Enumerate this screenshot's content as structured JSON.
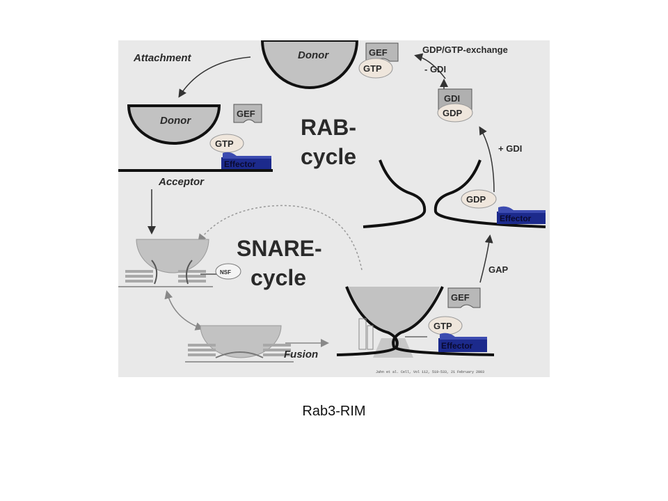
{
  "labels": {
    "attachment": "Attachment",
    "donor": "Donor",
    "acceptor": "Acceptor",
    "gef": "GEF",
    "gtp": "GTP",
    "gdp": "GDP",
    "gdi": "GDI",
    "effector": "Effector",
    "gdp_gtp_exchange": "GDP/GTP-exchange",
    "minus_gdi": "- GDI",
    "plus_gdi": "+ GDI",
    "gap": "GAP",
    "fusion": "Fusion",
    "rab_line1": "RAB-",
    "rab_line2": "cycle",
    "snare_line1": "SNARE-",
    "snare_line2": "cycle",
    "nsf": "NSF",
    "citation": "Jahn et al. Cell, Vol 112, 519-533, 21 February 2003"
  },
  "caption": "Rab3-RIM",
  "colors": {
    "panel": "#e9e9e9",
    "membrane": "#111111",
    "vesicle": "#c2c2c2",
    "effector": "#1c2a8c",
    "molecule": "#efe6dc"
  }
}
